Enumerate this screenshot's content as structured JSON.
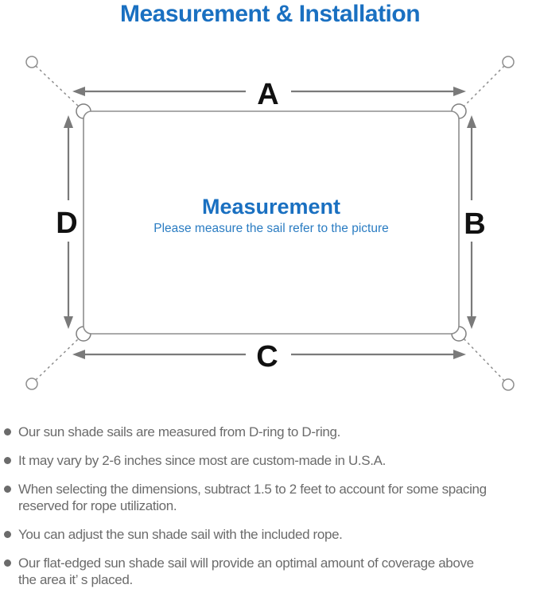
{
  "title": "Measurement & Installation",
  "diagram": {
    "side_labels": {
      "top": "A",
      "right": "B",
      "bottom": "C",
      "left": "D"
    },
    "center_title": "Measurement",
    "center_subtitle": "Please measure the sail refer to the picture"
  },
  "notes": [
    {
      "lines": [
        "Our sun shade sails are measured from D-ring to D-ring."
      ]
    },
    {
      "lines": [
        "It may vary by 2-6 inches since most are custom-made in U.S.A."
      ]
    },
    {
      "lines": [
        "When selecting the dimensions, subtract 1.5 to 2 feet to account for some spacing",
        "reserved for rope utilization."
      ]
    },
    {
      "lines": [
        "You can adjust the sun shade sail with the included rope."
      ]
    },
    {
      "lines": [
        "Our flat-edged sun shade sail will provide an optimal amount of coverage above",
        "the area it’ s placed."
      ]
    }
  ],
  "colors": {
    "accent_blue": "#1a70c1",
    "subtitle_blue": "#2a7cc2",
    "line_gray": "#8e8e8e",
    "arrow_gray": "#7a7a7a",
    "label_black": "#111111",
    "note_gray": "#6b6b6b"
  }
}
